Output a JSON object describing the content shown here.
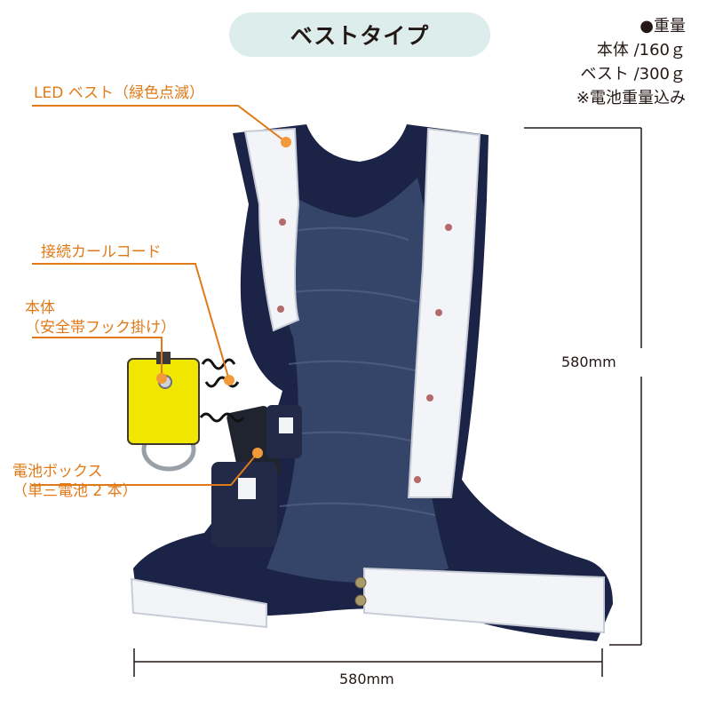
{
  "title": "ベストタイプ",
  "weights": {
    "heading": "●重量",
    "body_weight": "本体 /160ｇ",
    "vest_weight": "ベスト /300ｇ",
    "note": "※電池重量込み"
  },
  "callouts": {
    "led_vest": "LED ベスト（緑色点滅）",
    "curl_cord": "接続カールコード",
    "body_line1": "本体",
    "body_line2": "（安全帯フック掛け）",
    "battery_line1": "電池ボックス",
    "battery_line2": "（単三電池 2 本）"
  },
  "dimensions": {
    "height": "580mm",
    "width": "580mm"
  },
  "colors": {
    "accent": "#e07a18",
    "navy": "#1b2346",
    "pill": "#dcedec"
  }
}
